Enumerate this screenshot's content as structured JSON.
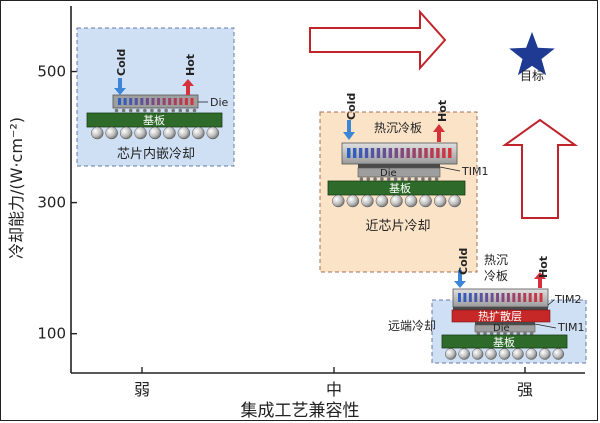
{
  "chart_data": {
    "type": "scatter",
    "xlabel": "集成工艺兼容性",
    "ylabel": "冷却能力/(W·cm⁻²)",
    "x_categories": [
      "弱",
      "中",
      "强"
    ],
    "y_ticks": [
      100,
      300,
      500
    ],
    "ylim": [
      40,
      600
    ],
    "points": [
      {
        "label": "芯片内嵌冷却",
        "x": "弱",
        "y": 520
      },
      {
        "label": "近芯片冷却",
        "x": "中",
        "y": 280
      },
      {
        "label": "远端冷却",
        "x": "强",
        "y": 70
      }
    ],
    "target": {
      "label": "目标",
      "x": "强",
      "y": 530
    },
    "arrow_up": {
      "from": "远端冷却",
      "direction": "up"
    },
    "arrow_right": {
      "from": "芯片内嵌冷却",
      "direction": "right"
    }
  },
  "labels": {
    "cold": "Cold",
    "hot": "Hot",
    "die": "Die",
    "substrate": "基板",
    "heatsink": "热沉冷板",
    "heatsink_line1": "热沉",
    "heatsink_line2": "冷板",
    "tim1": "TIM1",
    "tim2": "TIM2",
    "spreader": "热扩散层"
  },
  "colors": {
    "axis": "#222222",
    "inset_blue_bg": "#cfe0f5",
    "inset_orange_bg": "#fbe3c8",
    "inset_border": "#6a78a8",
    "inset_orange_border": "#a07050",
    "substrate": "#2e6b2a",
    "die": "#888888",
    "arrow_outline": "#c0242a",
    "star": "#1f3a93",
    "cold_arrow": "#3b86d6",
    "hot_arrow": "#d6303a",
    "spreader": "#c62828"
  }
}
